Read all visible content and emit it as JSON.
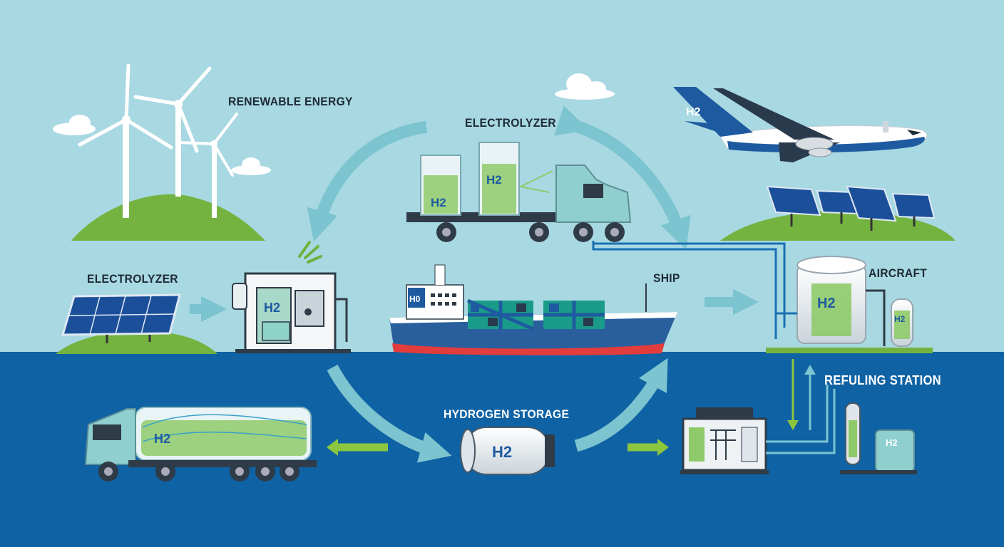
{
  "labels": {
    "renewable_energy": "RENEWABLE ENERGY",
    "electrolyzer_top": "ELECTROLYZER",
    "electrolyzer_left": "ELECTROLYZER",
    "ship": "SHIP",
    "aircraft": "AIRCRAFT",
    "hydrogen_storage": "HYDROGEN STORAGE",
    "refueling_station": "REFULING STATION"
  },
  "h2": "H2",
  "ship_badge": "H0",
  "colors": {
    "sky": "#a8d8e2",
    "sea": "#0f62a3",
    "grass": "#74b340",
    "arrow": "#7cc4cf",
    "green_arrow": "#8cc63f",
    "pipe": "#1a6fb3",
    "hull": "#2a5f9e"
  }
}
